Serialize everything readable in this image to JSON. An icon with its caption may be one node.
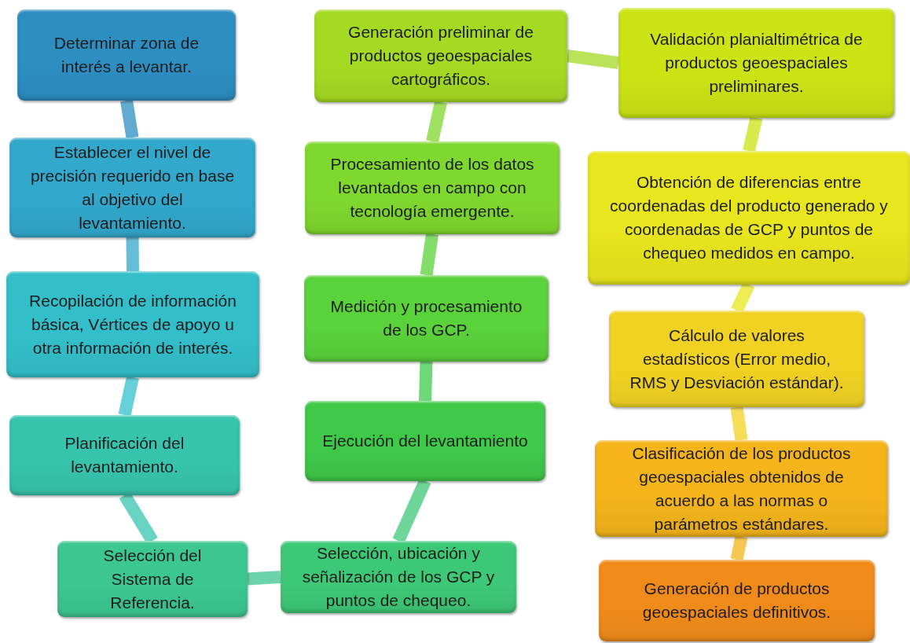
{
  "diagram": {
    "nodes": [
      {
        "text": [
          "Determinar zona de interés a levantar."
        ]
      },
      {
        "text": [
          "Establecer el nivel de precisión requerido en base al objetivo del levantamiento."
        ]
      },
      {
        "text": [
          "Recopilación de información básica, Vértices de apoyo u otra información de interés."
        ]
      },
      {
        "text": [
          "Planificación del levantamiento."
        ]
      },
      {
        "text": [
          "Selección del Sistema de Referencia."
        ]
      },
      {
        "text": [
          "Selección, ubicación y señalización de los GCP y puntos de chequeo."
        ]
      },
      {
        "text": [
          "Ejecución del levantamiento"
        ]
      },
      {
        "text": [
          "Medición y procesamiento de los GCP."
        ]
      },
      {
        "text": [
          "Procesamiento de los datos levantados en campo con tecnología emergente."
        ]
      },
      {
        "text": [
          "Generación preliminar de productos geoespaciales cartográficos."
        ]
      },
      {
        "text": [
          "Validación planialtimétrica de productos geoespaciales preliminares."
        ]
      },
      {
        "text": [
          "Obtención de diferencias entre coordenadas del producto generado y coordenadas de GCP y puntos de chequeo medidos en campo."
        ]
      },
      {
        "text": [
          "Cálculo de valores estadísticos (Error medio, RMS y Desviación estándar)."
        ]
      },
      {
        "text": [
          "Clasificación de los productos geoespaciales obtenidos de acuerdo a las normas o parámetros estándares."
        ]
      },
      {
        "text": [
          "Generación de productos geoespaciales definitivos."
        ]
      }
    ],
    "edges": [
      {
        "from": 0,
        "to": 1,
        "arrow": "none",
        "color": "#2d8ec2"
      },
      {
        "from": 1,
        "to": 2,
        "arrow": "none",
        "color": "#31a8cc"
      },
      {
        "from": 2,
        "to": 3,
        "arrow": "none",
        "color": "#33bfca"
      },
      {
        "from": 3,
        "to": 4,
        "arrow": "none",
        "color": "#36c4ad"
      },
      {
        "from": 4,
        "to": 5,
        "arrow": "none",
        "color": "#3bc692"
      },
      {
        "from": 5,
        "to": 6,
        "arrow": "none",
        "color": "#3dc877"
      },
      {
        "from": 6,
        "to": 7,
        "arrow": "none",
        "color": "#3ec948"
      },
      {
        "from": 7,
        "to": 8,
        "arrow": "none",
        "color": "#5ad23a"
      },
      {
        "from": 8,
        "to": 9,
        "arrow": "none",
        "color": "#7fd82e"
      },
      {
        "from": 9,
        "to": 10,
        "arrow": "none",
        "color": "#a4da22"
      },
      {
        "from": 10,
        "to": 11,
        "arrow": "none",
        "color": "#cce314"
      },
      {
        "from": 11,
        "to": 12,
        "arrow": "none",
        "color": "#e8e61c"
      },
      {
        "from": 12,
        "to": 13,
        "arrow": "none",
        "color": "#f1d222"
      },
      {
        "from": 13,
        "to": 14,
        "arrow": "none",
        "color": "#f4b41a"
      }
    ]
  }
}
